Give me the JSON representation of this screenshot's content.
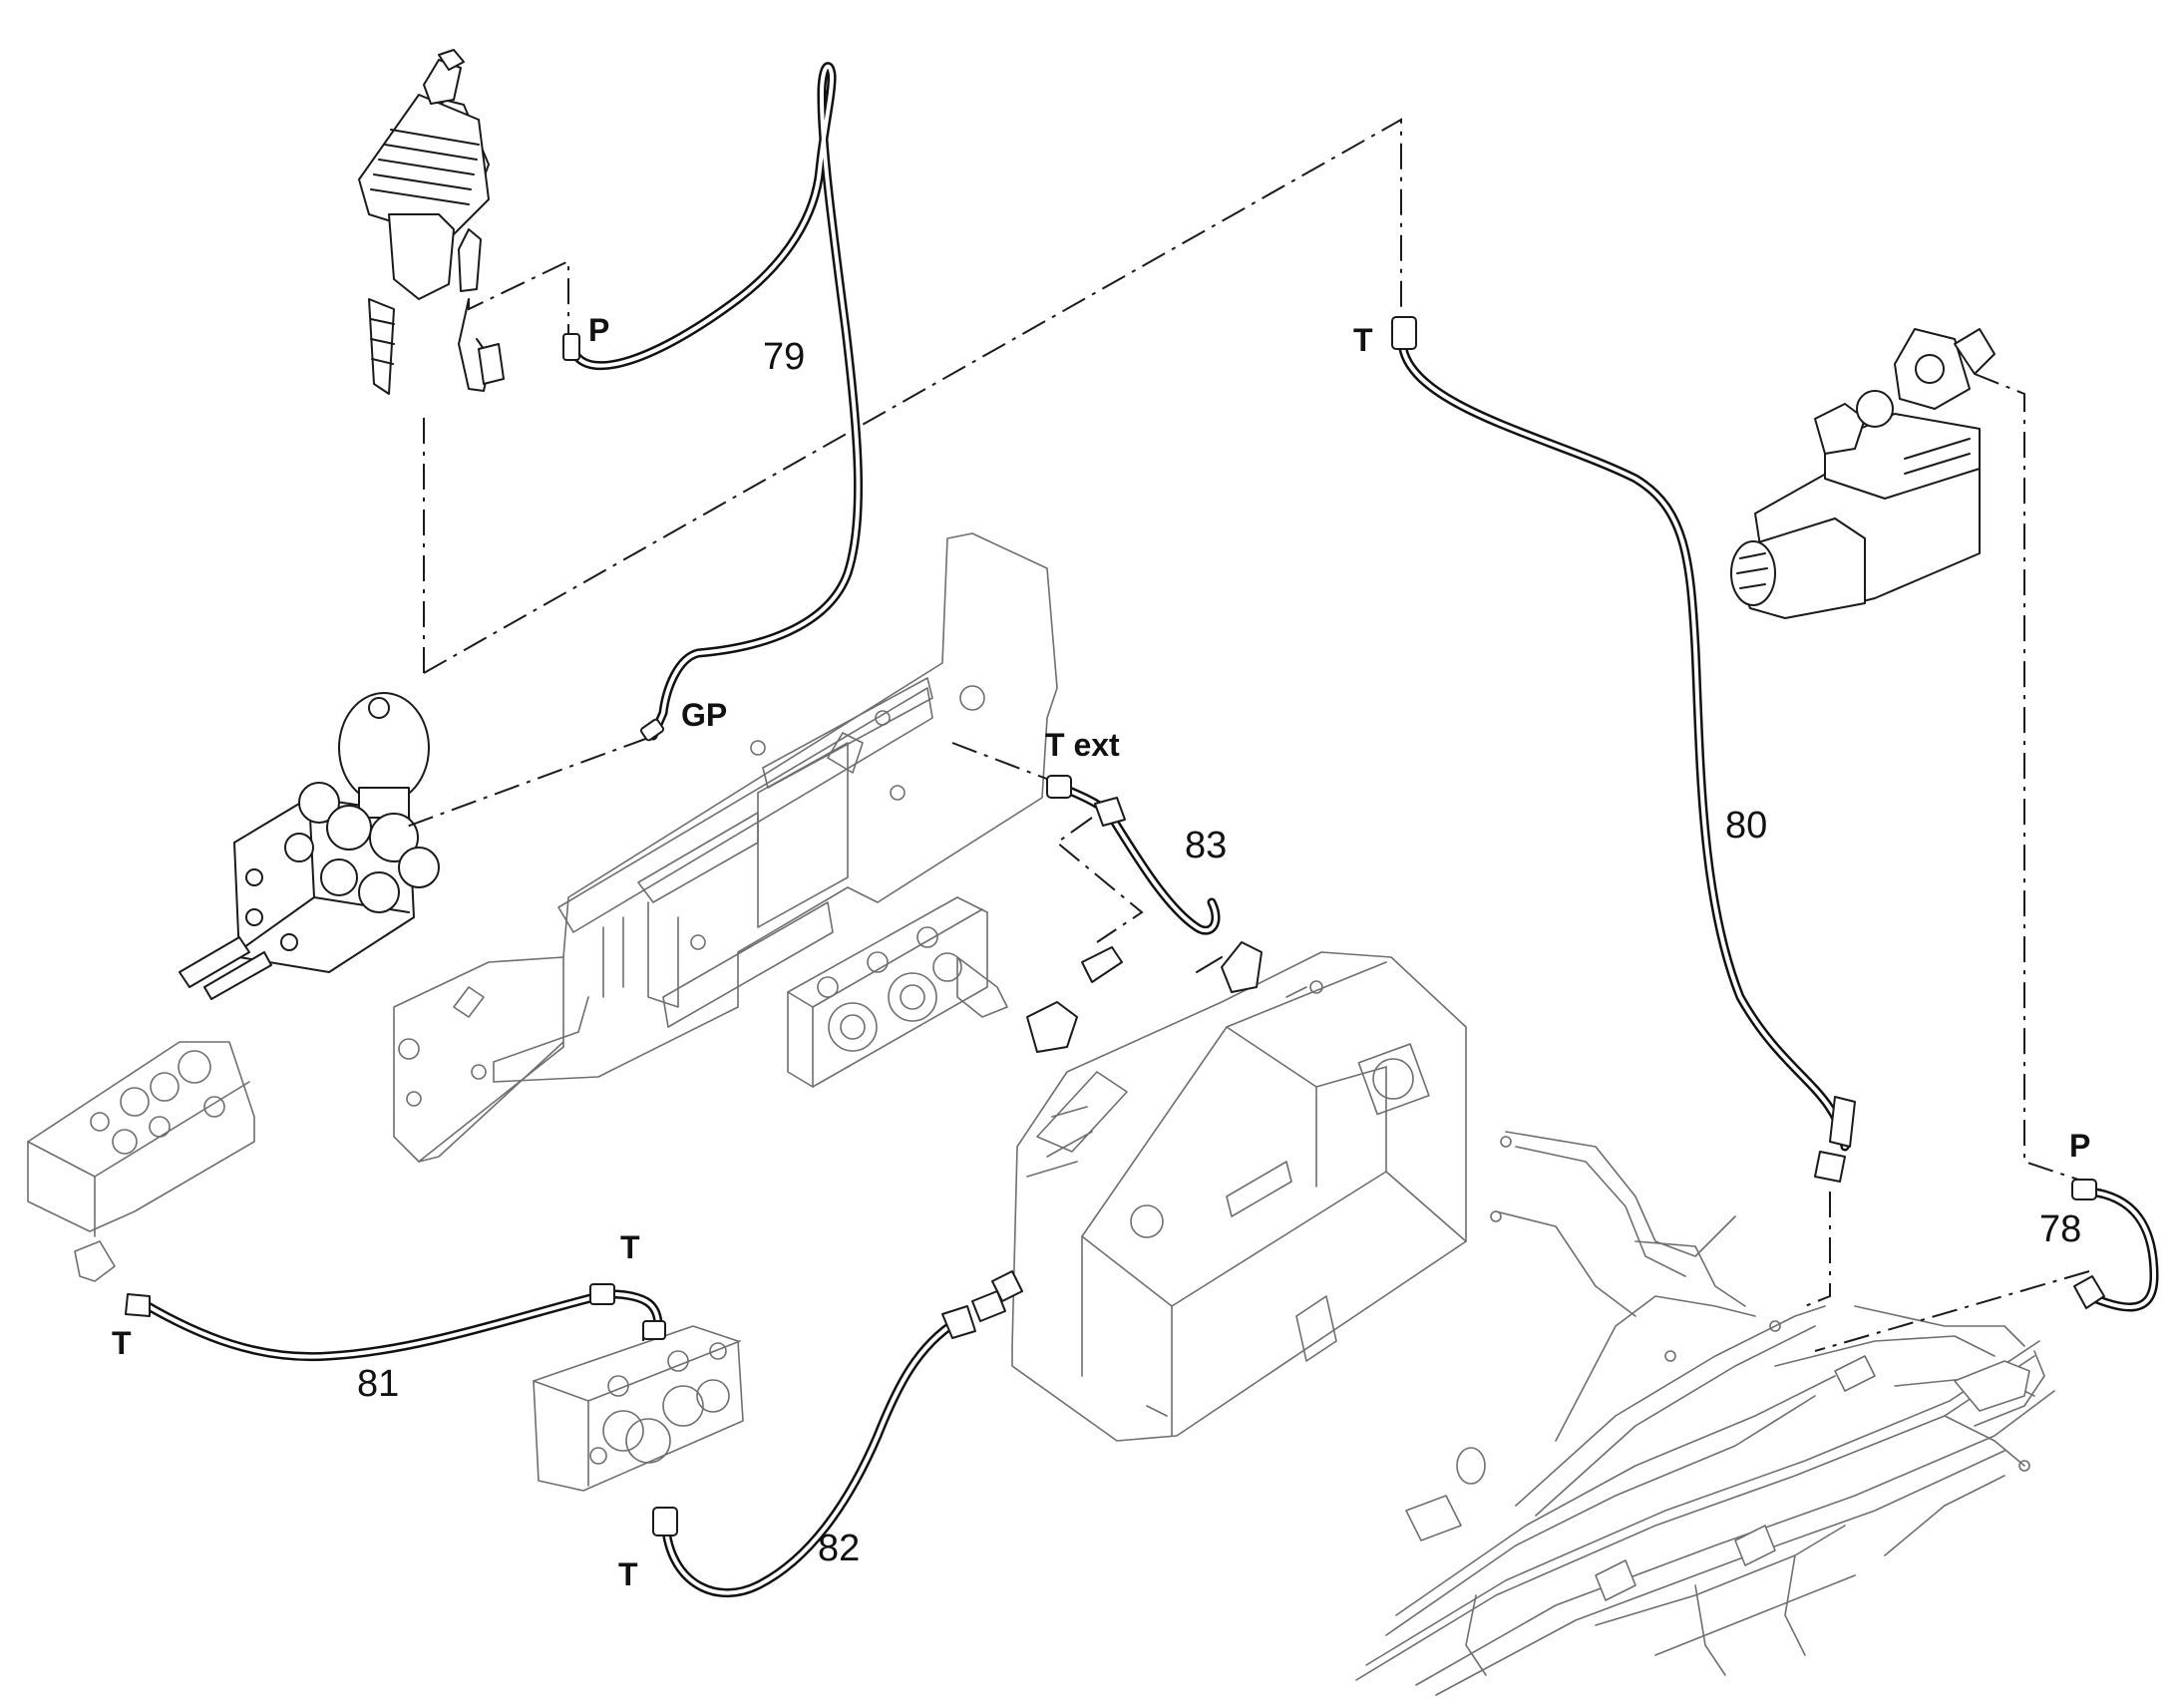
{
  "callouts": {
    "hose_78": "78",
    "hose_79": "79",
    "hose_80": "80",
    "hose_81": "81",
    "hose_82": "82",
    "hose_83": "83"
  },
  "ports": {
    "p_upper": "P",
    "gp": "GP",
    "t_top": "T",
    "t_ext": "T ext",
    "p_right": "P",
    "t_left": "T",
    "t_mid": "T",
    "t_bottom": "T"
  },
  "colors": {
    "line": "#1a1a1a",
    "component_gray": "#6e6e6e",
    "background": "#ffffff"
  }
}
